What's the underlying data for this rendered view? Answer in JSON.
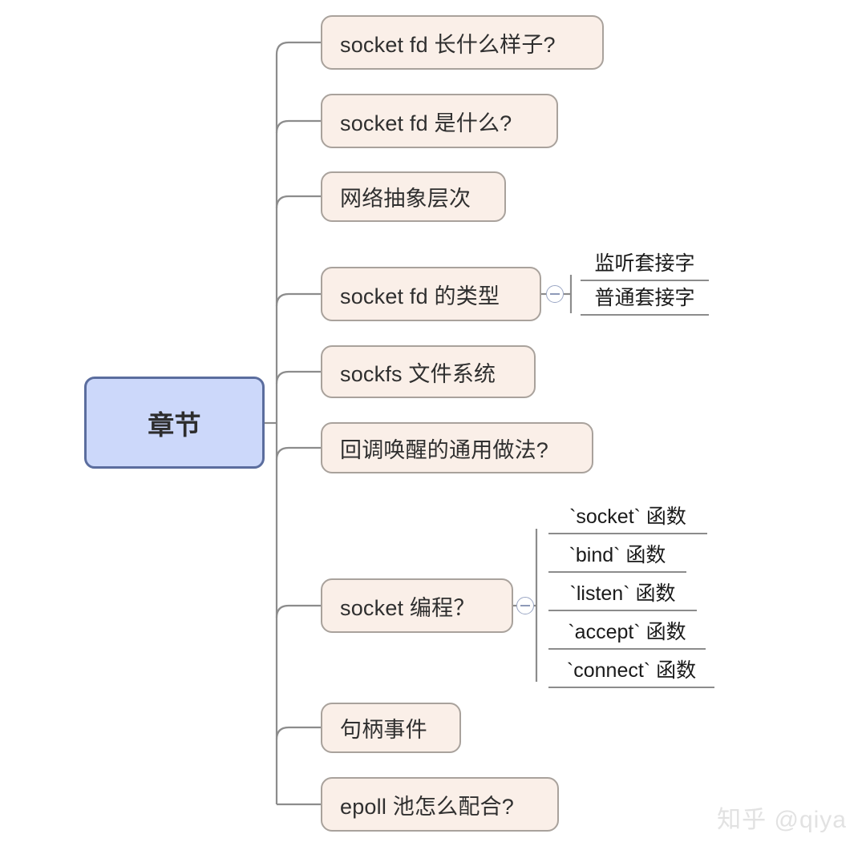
{
  "diagram": {
    "type": "mindmap",
    "title": "章节",
    "colors": {
      "root_fill": "#ccd8fa",
      "root_border": "#5b6d9e",
      "node_fill": "#faefe8",
      "node_border": "#a9a29c",
      "connector": "#8c8c8c",
      "toggle_border": "#9aa6c4",
      "background": "#ffffff",
      "watermark": "#e2e2e2"
    },
    "root": {
      "label": "章节"
    },
    "branches": [
      {
        "label": "socket fd 长什么样子?",
        "toggle": null,
        "children": []
      },
      {
        "label": "socket fd 是什么?",
        "toggle": null,
        "children": []
      },
      {
        "label": "网络抽象层次",
        "toggle": null,
        "children": []
      },
      {
        "label": "socket fd 的类型",
        "toggle": "collapse-minus-icon",
        "children": [
          {
            "label": "监听套接字"
          },
          {
            "label": "普通套接字"
          }
        ]
      },
      {
        "label": "sockfs 文件系统",
        "toggle": null,
        "children": []
      },
      {
        "label": "回调唤醒的通用做法?",
        "toggle": null,
        "children": []
      },
      {
        "label": "socket 编程？",
        "toggle": "collapse-minus-icon",
        "children": [
          {
            "label": "`socket` 函数"
          },
          {
            "label": "`bind` 函数"
          },
          {
            "label": "`listen` 函数"
          },
          {
            "label": "`accept` 函数"
          },
          {
            "label": "`connect` 函数"
          }
        ]
      },
      {
        "label": "句柄事件",
        "toggle": null,
        "children": []
      },
      {
        "label": "epoll 池怎么配合?",
        "toggle": null,
        "children": []
      }
    ],
    "watermark": "知乎 @qiya"
  }
}
